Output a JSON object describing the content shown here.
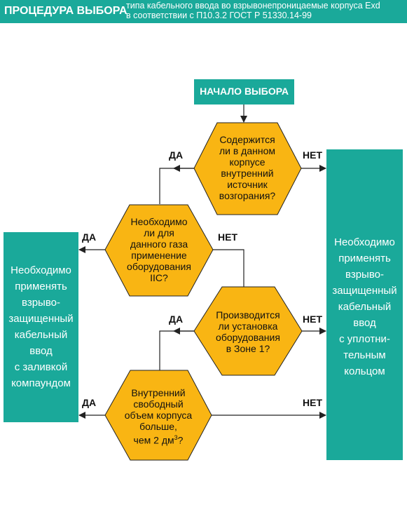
{
  "header": {
    "title": "ПРОЦЕДУРА ВЫБОРА",
    "subtitle_line1": "типа кабельного ввода во взрывонепроницаемые корпуса Exd",
    "subtitle_line2": "в соответствии с П10.3.2 ГОСТ Р 51330.14-99"
  },
  "colors": {
    "teal": "#1aa99a",
    "yellow": "#f9b513",
    "line": "#222222"
  },
  "start": {
    "label": "НАЧАЛО ВЫБОРА"
  },
  "decisions": {
    "d1": {
      "lines": [
        "Содержится",
        "ли в данном",
        "корпусе",
        "внутренний",
        "источник",
        "возгорания?"
      ]
    },
    "d2": {
      "lines": [
        "Необходимо",
        "ли для",
        "данного газа",
        "применение",
        "оборудования",
        "IIC?"
      ]
    },
    "d3": {
      "lines": [
        "Производится",
        "ли установка",
        "оборудования",
        "в Зоне 1?"
      ]
    },
    "d4": {
      "lines": [
        "Внутренний",
        "свободный",
        "объем корпуса",
        "больше,",
        "чем 2 дм",
        "3",
        "?"
      ]
    }
  },
  "outcomes": {
    "left": {
      "lines": [
        "Необходимо",
        "применять",
        "взрыво-",
        "защищенный",
        "кабельный",
        "ввод",
        "с заливкой",
        "компаундом"
      ]
    },
    "right": {
      "lines": [
        "Необходимо",
        "применять",
        "взрыво-",
        "защищенный",
        "кабельный",
        "ввод",
        "с уплотни-",
        "тельным",
        "кольцом"
      ]
    }
  },
  "labels": {
    "yes": "ДА",
    "no": "НЕТ"
  }
}
